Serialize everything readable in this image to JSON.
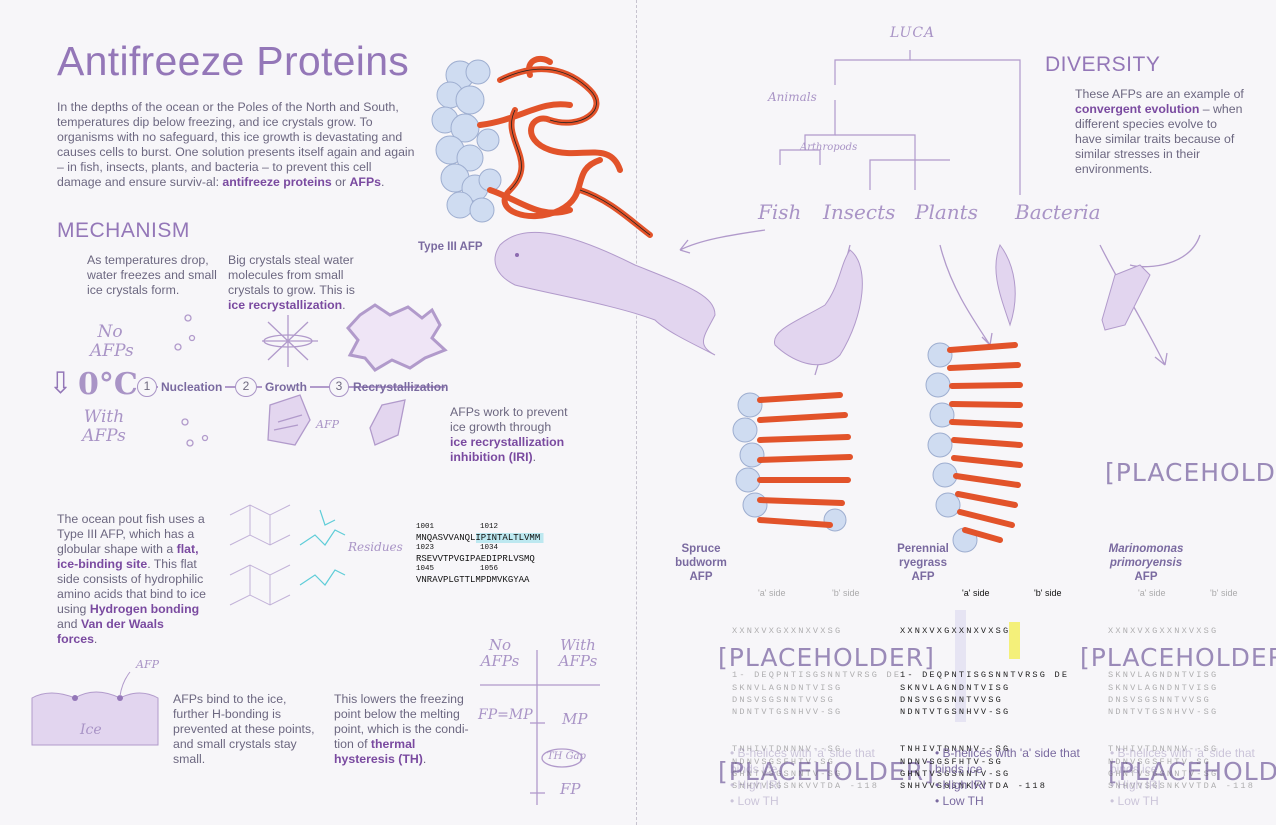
{
  "page": {
    "title": "Antifreeze Proteins",
    "intro_parts": [
      "In the depths of the ocean or the Poles of the North and South, temperatures dip below freezing, and ice crystals grow. To organisms with no safeguard, this ice growth is devastating and causes cells to burst. One solution presents itself again and again – in fish, insects, plants, and bacteria – to prevent this cell damage and ensure surviv-al: ",
      "antifreeze proteins",
      " or ",
      "AFPs",
      "."
    ]
  },
  "mechanism": {
    "heading": "MECHANISM",
    "step1_text": "As temperatures drop, water freezes and small ice crystals form.",
    "step2_parts": [
      "Big crystals steal water molecules from small crystals to grow. This is ",
      "ice recrystallization",
      "."
    ],
    "no_afps": "No AFPs",
    "temp": "0°C",
    "with_afps": "With AFPs",
    "steps": [
      "1",
      "Nucleation",
      "2",
      "Growth",
      "3",
      "Recrystallization"
    ],
    "afp_label": "AFP",
    "iri_parts": [
      "AFPs work to prevent ice growth through ",
      "ice recrystallization inhibition (IRI)",
      "."
    ],
    "pout_parts": [
      "The ocean pout fish uses a Type III AFP, which has a globular shape with a ",
      "flat, ice-binding site",
      ". This flat side consists of hydrophilic amino acids that bind to ice using ",
      "Hydrogen bonding",
      " and ",
      "Van der Waals forces",
      "."
    ],
    "residues_label": "Residues",
    "sequence": [
      {
        "nums": [
          "1001",
          "1012"
        ],
        "seq": "MNQASVVANQLIPINTALTLVMM"
      },
      {
        "nums": [
          "1023",
          "1034"
        ],
        "seq": "RSEVVTPVGIPAEDIPRLVSMQ"
      },
      {
        "nums": [
          "1045",
          "1056"
        ],
        "seq": "VNRAVPLGTTLMPDMVKGYAA"
      }
    ],
    "ice_afp_label": "AFP",
    "ice_label": "Ice",
    "bind_text": "AFPs bind to the ice, further H-bonding is prevented at these points, and small crystals stay small.",
    "lower_parts": [
      "This lowers the freezing point below the melting point, which is the condi-tion of ",
      "thermal hysteresis (TH)",
      "."
    ],
    "th_no": "No AFPs",
    "th_with": "With AFPs",
    "th_fpmp": "FP=MP",
    "th_mp": "MP",
    "th_gap": "TH Gap",
    "th_fp": "FP",
    "type3_label": "Type III AFP"
  },
  "diversity": {
    "heading": "DIVERSITY",
    "text_parts": [
      "These AFPs are an example of ",
      "convergent evolution",
      " – when different species evolve to have similar traits because of similar stresses in their environments."
    ],
    "tree": {
      "root": "LUCA",
      "animals": "Animals",
      "arthropods": "Arthropods",
      "leaves": [
        "Fish",
        "Insects",
        "Plants",
        "Bacteria"
      ]
    },
    "placeholder": "[PLACEHOLDER]",
    "species": [
      {
        "name": [
          "Spruce",
          "budworm",
          "AFP"
        ],
        "italic": false
      },
      {
        "name": [
          "Perennial",
          "ryegrass",
          "AFP"
        ],
        "italic": false
      },
      {
        "name": [
          "Marinomonas",
          "primoryensis",
          "AFP"
        ],
        "italic": true
      }
    ],
    "align_sides": [
      "'a' side",
      "'b' side"
    ],
    "align_consensus": "XXNXVXGXXNXVXSG",
    "align_rows": [
      "1- DEQPNTISGSNNTVRSG DE",
      "SKNVLAGNDNTVISG",
      "DNSVSGSNNTVVSG",
      "NDNTVTGSNHVV-SG",
      "TNHIVTDNNNV--SG",
      "NDNVSGSFHTV-SG",
      "GHNTVSGSNNTV-SG",
      "SNHVVSGSNKVVTDA -118"
    ],
    "bullets": [
      "B-helices with 'a' side that binds ice",
      "High IRI",
      "Low TH"
    ]
  },
  "colors": {
    "accent": "#9477b8",
    "helix": "#e2532a",
    "blob": "#c9d6ee",
    "highlight": "#f4f07a",
    "cyan": "#9fe3ee"
  }
}
